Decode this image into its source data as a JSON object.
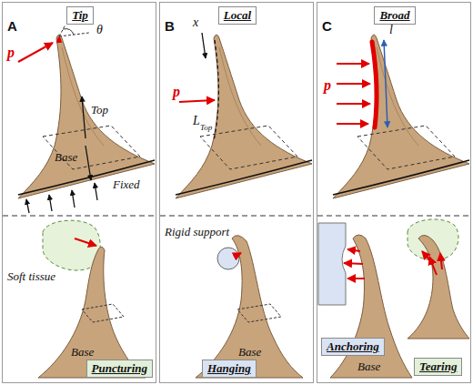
{
  "diagram": {
    "nodes": [
      {
        "text": [
          "A"
        ]
      },
      {
        "text": [
          "Tip"
        ],
        "in": 0
      },
      {
        "text": [
          "Puncturing"
        ],
        "in": 0
      },
      {
        "text": [
          "B"
        ]
      },
      {
        "text": [
          "Local"
        ],
        "in": 3
      },
      {
        "text": [
          "Hanging"
        ],
        "in": 3
      },
      {
        "text": [
          "C"
        ]
      },
      {
        "text": [
          "Broad"
        ],
        "in": 6
      },
      {
        "text": [
          "Anchoring"
        ],
        "in": 6
      },
      {
        "text": [
          "Tearing"
        ],
        "in": 6
      }
    ],
    "labels": [
      "p",
      "θ",
      "Top",
      "Base",
      "Fixed",
      "Soft tissue",
      "Base",
      "x",
      "p",
      "L",
      "Top",
      "Rigid support",
      "Base",
      "l",
      "p",
      "Base"
    ]
  }
}
